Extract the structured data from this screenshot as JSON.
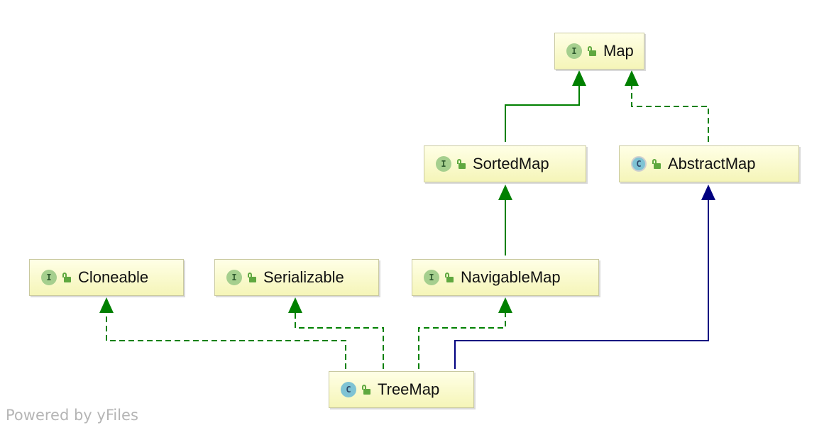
{
  "nodes": {
    "map": {
      "label": "Map",
      "badge": "I",
      "kind": "interface"
    },
    "sortedmap": {
      "label": "SortedMap",
      "badge": "I",
      "kind": "interface"
    },
    "abstractmap": {
      "label": "AbstractMap",
      "badge": "C",
      "kind": "abstract-class"
    },
    "cloneable": {
      "label": "Cloneable",
      "badge": "I",
      "kind": "interface"
    },
    "serializable": {
      "label": "Serializable",
      "badge": "I",
      "kind": "interface"
    },
    "navigablemap": {
      "label": "NavigableMap",
      "badge": "I",
      "kind": "interface"
    },
    "treemap": {
      "label": "TreeMap",
      "badge": "C",
      "kind": "class"
    }
  },
  "edges": [
    {
      "from": "sortedmap",
      "to": "map",
      "style": "extends",
      "color": "#008000"
    },
    {
      "from": "abstractmap",
      "to": "map",
      "style": "implements",
      "color": "#008000"
    },
    {
      "from": "navigablemap",
      "to": "sortedmap",
      "style": "extends",
      "color": "#008000"
    },
    {
      "from": "treemap",
      "to": "cloneable",
      "style": "implements",
      "color": "#008000"
    },
    {
      "from": "treemap",
      "to": "serializable",
      "style": "implements",
      "color": "#008000"
    },
    {
      "from": "treemap",
      "to": "navigablemap",
      "style": "implements",
      "color": "#008000"
    },
    {
      "from": "treemap",
      "to": "abstractmap",
      "style": "extends",
      "color": "#000080"
    }
  ],
  "watermark": "Powered by yFiles"
}
